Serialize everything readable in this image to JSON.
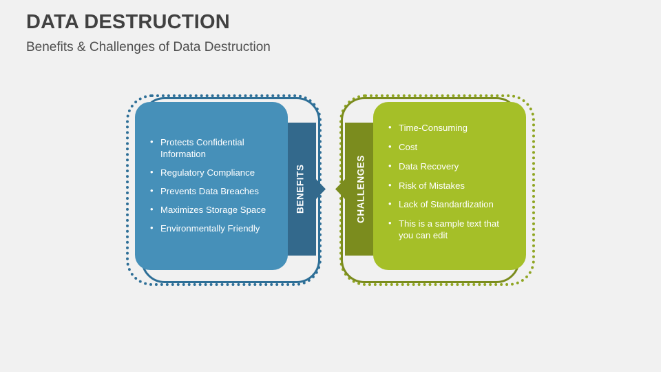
{
  "header": {
    "title": "DATA DESTRUCTION",
    "subtitle": "Benefits & Challenges of Data Destruction"
  },
  "colors": {
    "background": "#f1f1f1",
    "title_text": "#414141",
    "subtitle_text": "#4d4d4d",
    "blue_card": "#4690b9",
    "blue_tab": "#33698c",
    "blue_outline": "#2e6f97",
    "green_card": "#a5bf28",
    "green_tab": "#7b8c1e",
    "green_outline": "#8fa522",
    "bullet_text": "#ffffff"
  },
  "panels": [
    {
      "id": "benefits",
      "tab_label": "BENEFITS",
      "side": "left",
      "arrow_direction": "right",
      "bullets": [
        "Protects Confidential Information",
        "Regulatory Compliance",
        "Prevents Data Breaches",
        "Maximizes Storage Space",
        "Environmentally Friendly"
      ]
    },
    {
      "id": "challenges",
      "tab_label": "CHALLENGES",
      "side": "right",
      "arrow_direction": "left",
      "bullets": [
        "Time-Consuming",
        "Cost",
        "Data Recovery",
        "Risk of Mistakes",
        "Lack of Standardization",
        "This is a sample text that you can edit"
      ]
    }
  ]
}
